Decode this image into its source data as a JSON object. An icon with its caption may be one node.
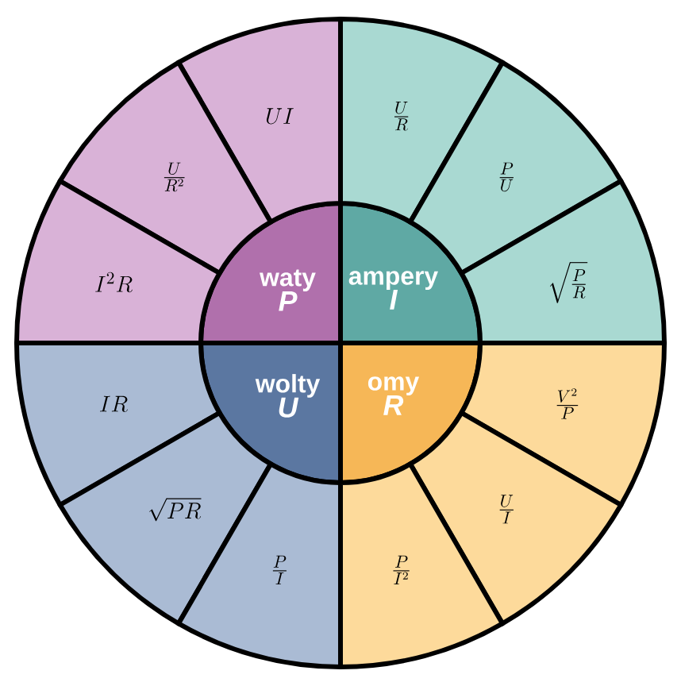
{
  "diagram": {
    "nodes": [
      {
        "text": [
          "waty",
          "P"
        ]
      },
      {
        "text": [
          "ampery",
          "I"
        ]
      },
      {
        "text": [
          "wolty",
          "U"
        ]
      },
      {
        "text": [
          "omy",
          "R"
        ]
      },
      {
        "text": [
          "UI"
        ]
      },
      {
        "text": [
          "\\frac{U}{R^2}"
        ]
      },
      {
        "text": [
          "I^2 R"
        ]
      },
      {
        "text": [
          "\\frac{U}{R}"
        ]
      },
      {
        "text": [
          "\\frac{P}{U}"
        ]
      },
      {
        "text": [
          "\\sqrt{\\frac{P}{R}}"
        ]
      },
      {
        "text": [
          "IR"
        ]
      },
      {
        "text": [
          "\\sqrt{PR}"
        ]
      },
      {
        "text": [
          "\\frac{P}{I}"
        ]
      },
      {
        "text": [
          "\\frac{V^2}{P}"
        ]
      },
      {
        "text": [
          "\\frac{U}{I}"
        ]
      },
      {
        "text": [
          "\\frac{P}{I^2}"
        ]
      }
    ]
  }
}
